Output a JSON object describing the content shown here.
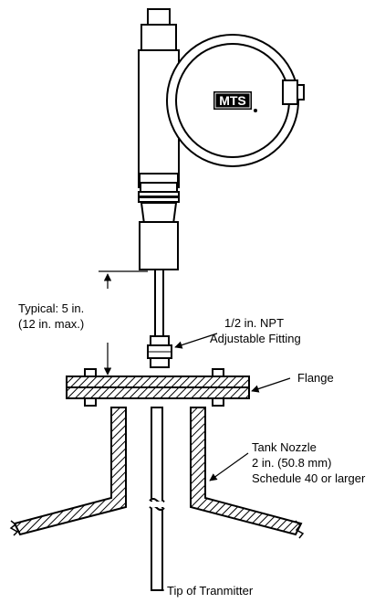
{
  "logo": {
    "text": "MTS"
  },
  "labels": {
    "typical_line1": "Typical: 5 in.",
    "typical_line2": "(12 in. max.)",
    "fitting_line1": "1/2 in. NPT",
    "fitting_line2": "Adjustable Fitting",
    "flange": "Flange",
    "nozzle_line1": "Tank Nozzle",
    "nozzle_line2": "2 in. (50.8 mm)",
    "nozzle_line3": "Schedule 40 or larger",
    "tip": "Tip of Tranmitter"
  },
  "icons": {
    "logo": "mts-logo-icon",
    "hatch": "cross-hatch-fill"
  },
  "colors": {
    "stroke": "#000000",
    "background": "#ffffff"
  }
}
